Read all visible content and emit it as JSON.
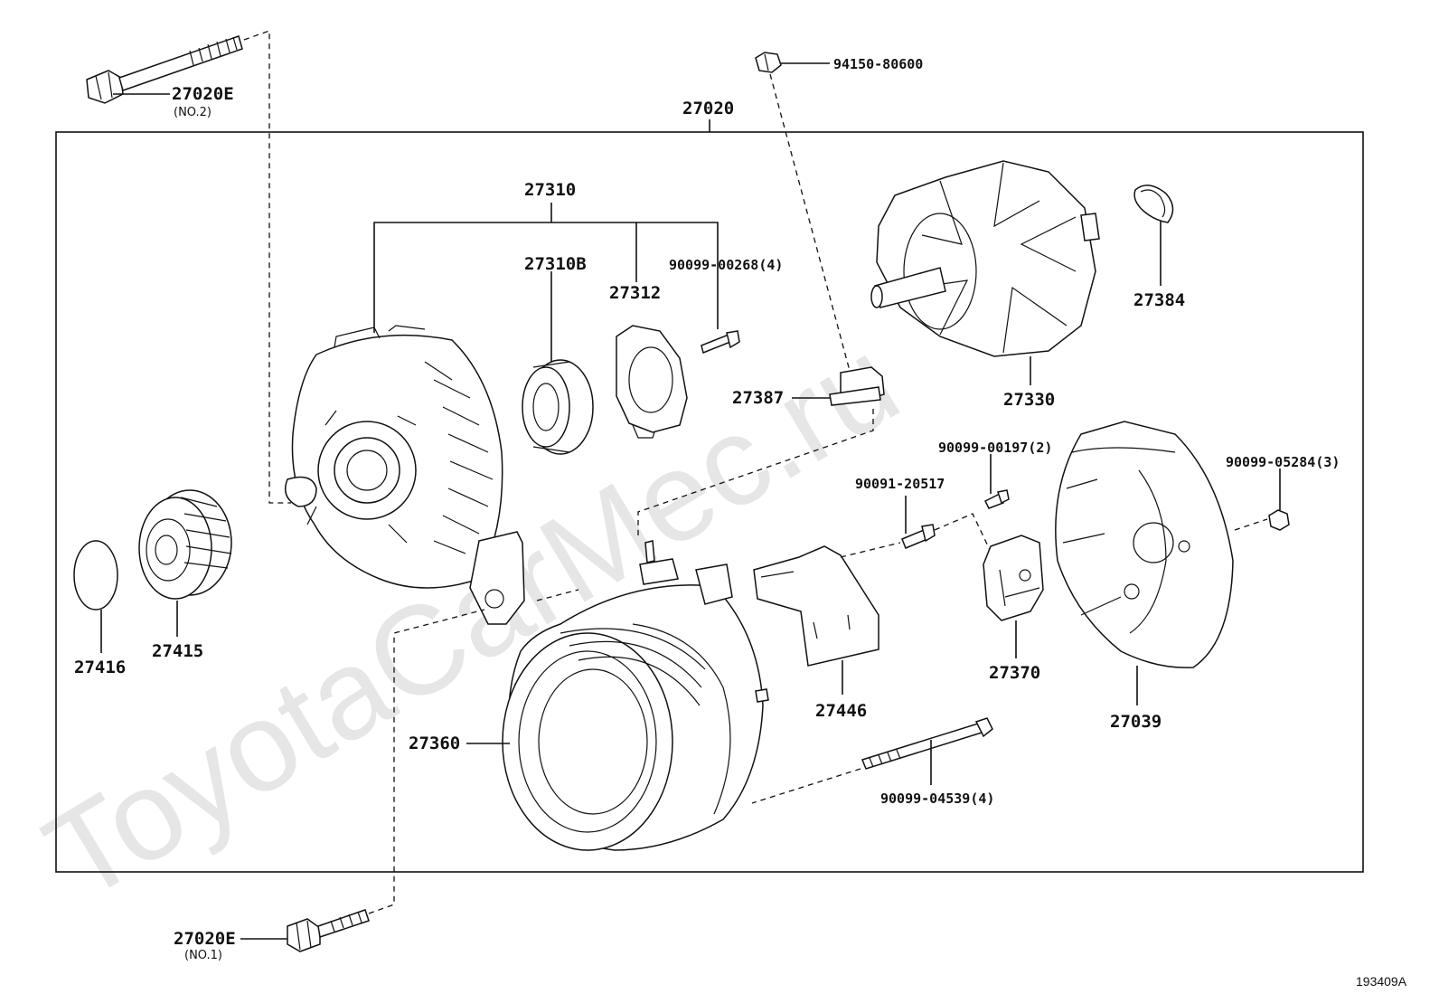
{
  "watermark": "ToyotaCarMec.ru",
  "reference": "193409A",
  "labels": {
    "p27020": "27020",
    "p27020E_top": "27020E",
    "p27020E_top_sub": "(NO.2)",
    "p27020E_bottom": "27020E",
    "p27020E_bottom_sub": "(NO.1)",
    "p94150": "94150-80600",
    "p27310": "27310",
    "p27310B": "27310B",
    "p27312": "27312",
    "p90099_00268": "90099-00268(4)",
    "p27384": "27384",
    "p27330": "27330",
    "p27387": "27387",
    "p90099_00197": "90099-00197(2)",
    "p90091_20517": "90091-20517",
    "p90099_05284": "90099-05284(3)",
    "p27416": "27416",
    "p27415": "27415",
    "p27446": "27446",
    "p27370": "27370",
    "p27039": "27039",
    "p27360": "27360",
    "p90099_04539": "90099-04539(4)"
  },
  "colors": {
    "line": "#111111",
    "watermark": "#e6e6e6",
    "background": "#ffffff"
  }
}
